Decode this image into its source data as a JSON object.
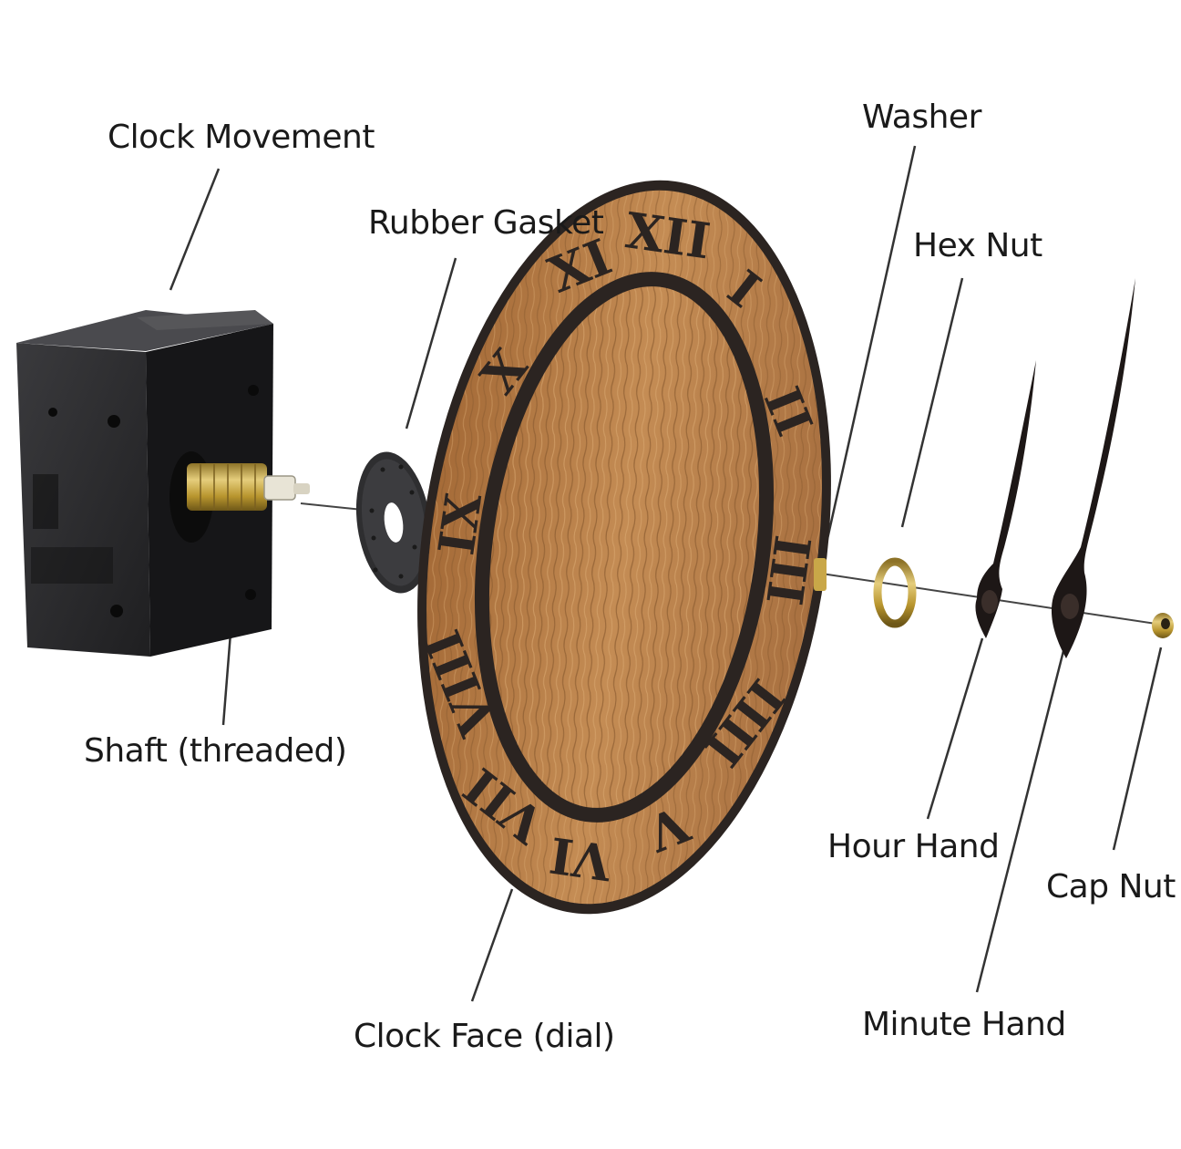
{
  "labels": {
    "clock_movement": "Clock Movement",
    "rubber_gasket": "Rubber Gasket",
    "shaft": "Shaft (threaded)",
    "clock_face": "Clock Face (dial)",
    "washer": "Washer",
    "hex_nut": "Hex Nut",
    "hour_hand": "Hour Hand",
    "cap_nut": "Cap Nut",
    "minute_hand": "Minute Hand"
  },
  "dial_numerals": [
    "XII",
    "I",
    "II",
    "III",
    "IIII",
    "V",
    "VI",
    "VII",
    "VIII",
    "IX",
    "X",
    "XI"
  ],
  "colors": {
    "movement": "#2a2a2c",
    "brass": "#c9a748",
    "wood": "#b27a44",
    "iron": "#2b2421",
    "hands": "#1d1716",
    "leader": "#333333"
  }
}
